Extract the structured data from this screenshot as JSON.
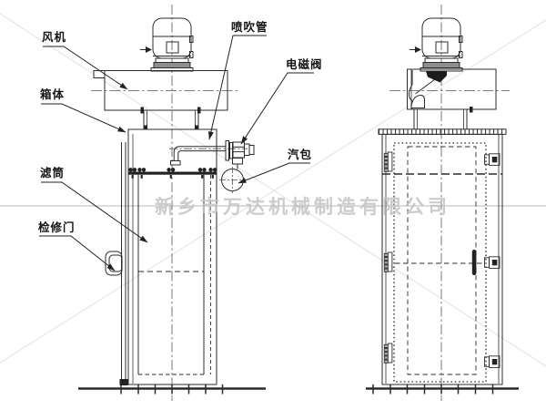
{
  "watermark": {
    "text": "新乡市万达机械制造有限公司"
  },
  "callouts": {
    "fan": {
      "label": "风机"
    },
    "cabinet": {
      "label": "箱体"
    },
    "filter_cartridge class": {
      "label": ""
    },
    "filter_cartridge": {
      "label": "滤筒"
    },
    "access_door": {
      "label": "检修门"
    },
    "blow_pipe": {
      "label": "喷吹管"
    },
    "solenoid_valve": {
      "label": "电磁阀"
    },
    "air_drum": {
      "label": "汽包"
    }
  },
  "colors": {
    "line": "#2b2b2b",
    "background": "#ffffff",
    "watermark_text": "#c4c4c4",
    "watermark_rule": "#dcdcdc",
    "watermark_diagonal": "#e6e6e6"
  }
}
